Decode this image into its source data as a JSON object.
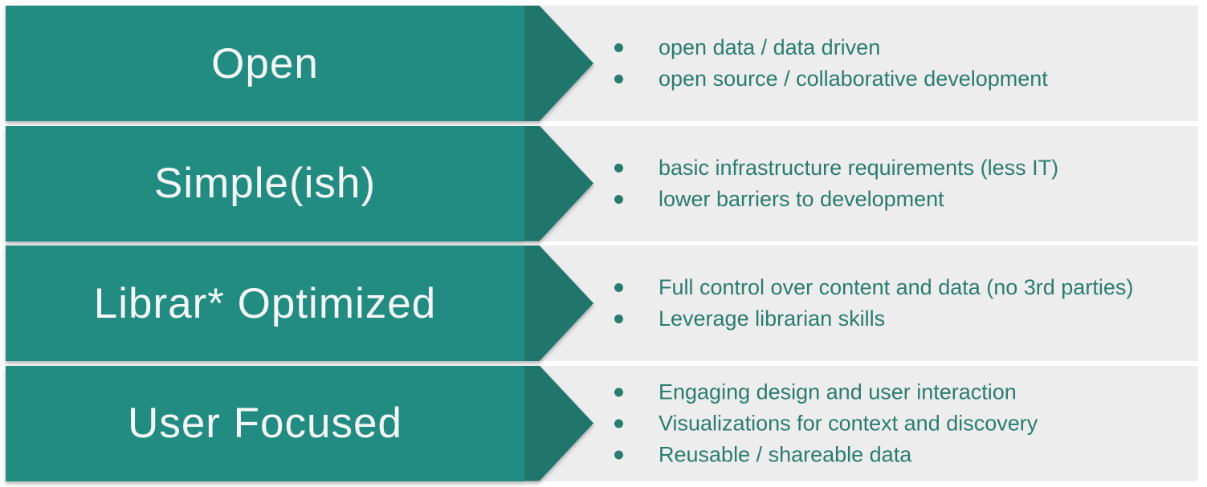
{
  "theme": {
    "arrow_body_color": "#228C83",
    "arrow_tip_color": "#20756D",
    "title_color": "#F5F7F6",
    "bullet_color": "#2A7C71",
    "row_background": "#EDEDED",
    "page_background": "#FFFFFF"
  },
  "rows": [
    {
      "title": "Open",
      "bullets": [
        "open data / data driven",
        "open source / collaborative development"
      ]
    },
    {
      "title": "Simple(ish)",
      "bullets": [
        "basic infrastructure requirements (less IT)",
        "lower barriers to development"
      ]
    },
    {
      "title": "Librar* Optimized",
      "bullets": [
        "Full control over content and data (no 3rd parties)",
        "Leverage librarian skills"
      ]
    },
    {
      "title": "User Focused",
      "bullets": [
        "Engaging design and user interaction",
        "Visualizations for context and discovery",
        "Reusable / shareable data"
      ]
    }
  ]
}
